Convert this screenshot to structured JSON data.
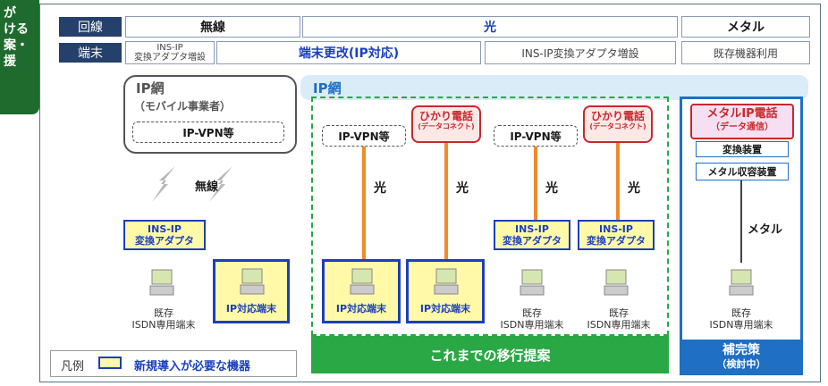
{
  "corner_badge": {
    "lines": [
      "が",
      "ける",
      "案・",
      "援"
    ]
  },
  "header": {
    "row1": {
      "label": "回線",
      "musen": "無線",
      "hikari": "光",
      "metal": "メタル"
    },
    "row2": {
      "label": "端末",
      "ins_adapter_line1": "INS-IP",
      "ins_adapter_line2": "変換アダプタ増設",
      "terminal_update": "端末更改(IP対応)",
      "ins_adapter_add": "INS-IP変換アダプタ増設",
      "existing": "既存機器利用"
    }
  },
  "networks": {
    "mobile": {
      "title": "IP網",
      "subtitle": "（モバイル事業者）",
      "vpn": "IP-VPN等"
    },
    "ip": {
      "title": "IP網",
      "vpn1": "IP-VPN等",
      "vpn2": "IP-VPN等",
      "hikari_phone": "ひかり電話",
      "hikari_sub": "(データコネクト)"
    }
  },
  "links": {
    "wireless": "無線",
    "fiber": "光",
    "metal": "メタル"
  },
  "devices": {
    "adapter_line1": "INS-IP",
    "adapter_line2": "変換アダプタ",
    "ip_terminal": "IP対応端末",
    "existing_line1": "既存",
    "existing_line2": "ISDN専用端末"
  },
  "metal": {
    "ip_phone": "メタルIP電話",
    "ip_phone_sub": "（データ通信）",
    "converter": "変換装置",
    "accommodation": "メタル収容装置"
  },
  "footer": {
    "legend_label": "凡例",
    "legend_text": "新規導入が必要な機器",
    "migration": "これまでの移行提案",
    "supplement": "補完策",
    "supplement_sub": "（検討中）"
  },
  "colors": {
    "header_navy": "#25406a",
    "fiber_orange": "#f08a2c",
    "green": "#2aa845",
    "blue": "#1f6fc4",
    "red": "#c8282d",
    "new_device": "#fff9a8"
  }
}
